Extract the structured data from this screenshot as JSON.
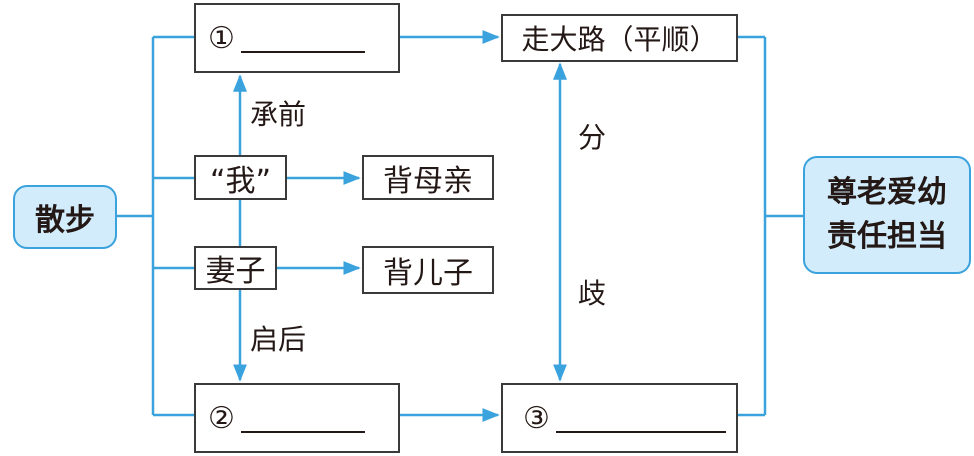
{
  "nodes": {
    "sanbu": "散步",
    "box1": "①",
    "wo": "“我”",
    "qizi": "妻子",
    "box2": "②",
    "bei_muqin": "背母亲",
    "bei_erzi": "背儿子",
    "zoudalu": "走大路（平顺）",
    "box3": "③",
    "theme_line1": "尊老爱幼",
    "theme_line2": "责任担当"
  },
  "labels": {
    "chengqian": "承前",
    "qihou": "启后",
    "fen": "分",
    "qi": "歧"
  },
  "colors": {
    "line": "#3aa2dc",
    "theme_fill": "#d2ecfb",
    "box_border": "#3a3a3a"
  }
}
